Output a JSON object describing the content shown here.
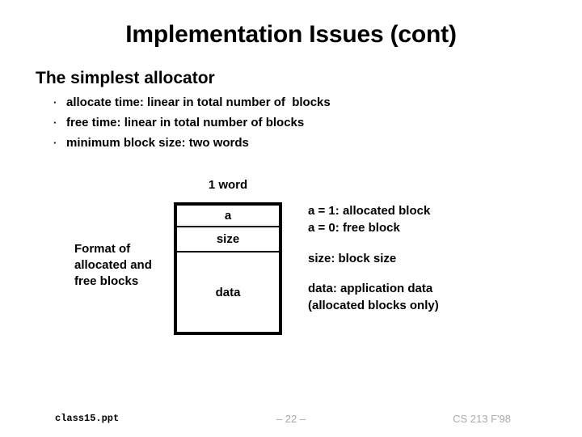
{
  "slide": {
    "title": "Implementation Issues (cont)",
    "body_heading": "The simplest allocator",
    "bullet_marker": "·",
    "bullets": [
      "allocate time: linear in total number of  blocks",
      "free time: linear in total number of blocks",
      "minimum block size: two words"
    ]
  },
  "diagram": {
    "width_label": "1 word",
    "side_label": "Format of\nallocated and\nfree blocks",
    "block_rows": [
      {
        "label": "a"
      },
      {
        "label": "size"
      },
      {
        "label": "data"
      }
    ],
    "annotations": {
      "a": "a = 1: allocated block\na = 0: free block",
      "size": "size: block size",
      "data": "data: application data\n(allocated blocks only)"
    }
  },
  "footer": {
    "file": "class15.ppt",
    "page": "– 22 –",
    "course": "CS 213 F'98",
    "muted_color": "#a9a9a9"
  }
}
